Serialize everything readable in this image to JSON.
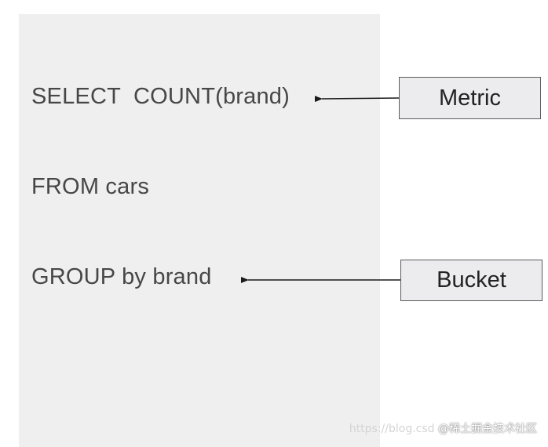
{
  "sql": {
    "line_select": "SELECT  COUNT(brand)",
    "line_from": "FROM cars",
    "line_group": "GROUP by brand"
  },
  "labels": {
    "metric": "Metric",
    "bucket": "Bucket"
  },
  "watermark": {
    "url_text": "https://blog.csd",
    "site_text": "@稀土掘金技术社区"
  },
  "colors": {
    "panel_bg": "#efeff0",
    "box_bg": "#ececee",
    "text": "#474747",
    "arrow": "#1a1a1a"
  }
}
